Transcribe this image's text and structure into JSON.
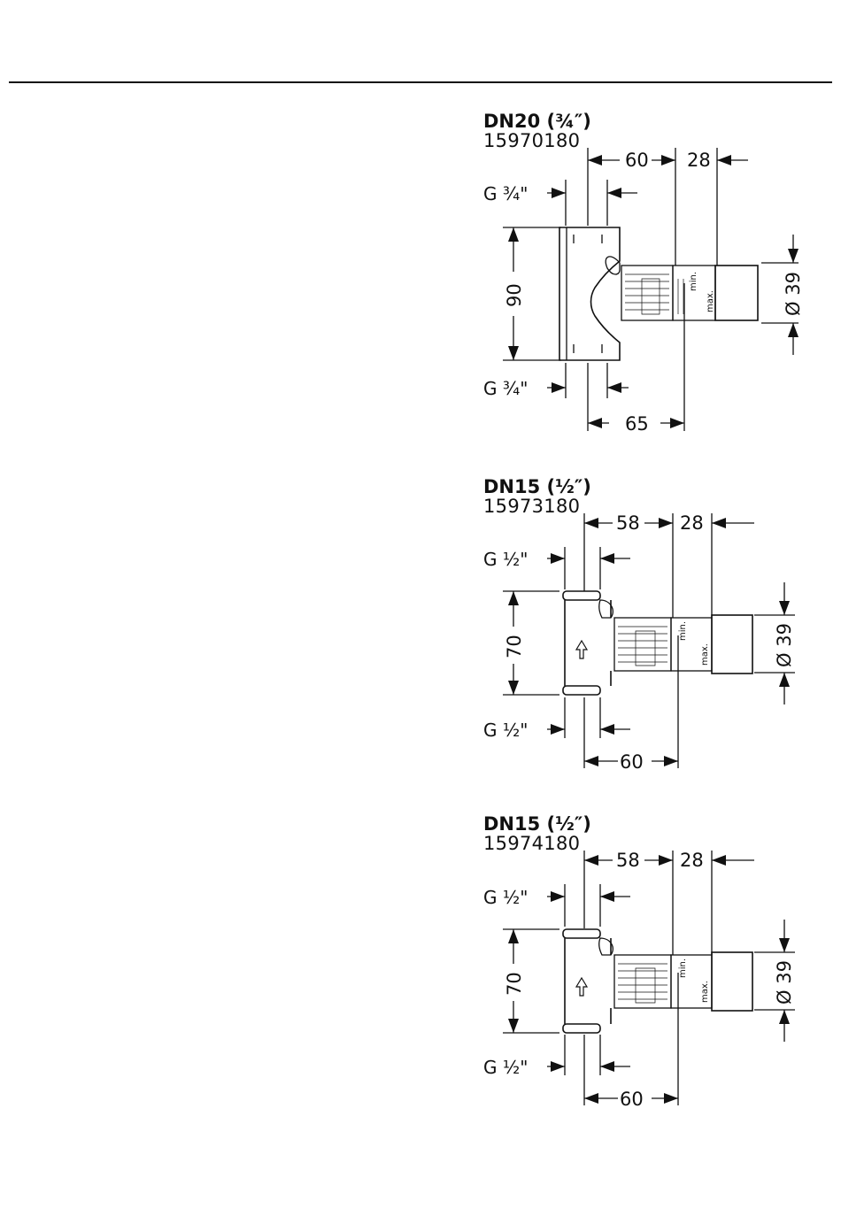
{
  "drawings": [
    {
      "title": "DN20 (¾″)",
      "code": "15970180",
      "dims": {
        "a": "60",
        "b": "28",
        "thread_top": "G ¾\"",
        "thread_bottom": "G ¾\"",
        "height": "90",
        "diameter": "Ø 39",
        "c": "65"
      },
      "labels": {
        "min": "min.",
        "max": "max."
      }
    },
    {
      "title": "DN15 (½″)",
      "code": "15973180",
      "dims": {
        "a": "58",
        "b": "28",
        "thread_top": "G ½\"",
        "thread_bottom": "G ½\"",
        "height": "70",
        "diameter": "Ø 39",
        "c": "60"
      },
      "labels": {
        "min": "min.",
        "max": "max."
      }
    },
    {
      "title": "DN15 (½″)",
      "code": "15974180",
      "dims": {
        "a": "58",
        "b": "28",
        "thread_top": "G ½\"",
        "thread_bottom": "G ½\"",
        "height": "70",
        "diameter": "Ø 39",
        "c": "60"
      },
      "labels": {
        "min": "min.",
        "max": "max."
      }
    }
  ]
}
